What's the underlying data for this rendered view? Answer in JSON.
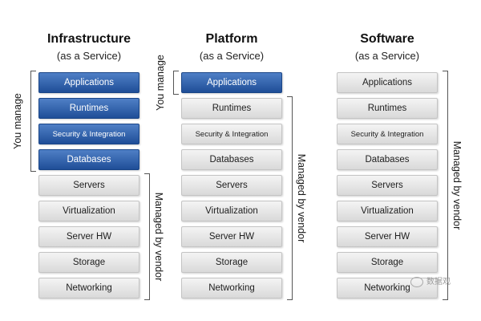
{
  "columns": [
    {
      "title": "Infrastructure",
      "subtitle": "(as a Service)",
      "you_manage_label": "You manage",
      "vendor_label": "Managed by vendor",
      "layers": [
        {
          "label": "Applications",
          "managed_by": "you"
        },
        {
          "label": "Runtimes",
          "managed_by": "you"
        },
        {
          "label": "Security & Integration",
          "managed_by": "you"
        },
        {
          "label": "Databases",
          "managed_by": "you"
        },
        {
          "label": "Servers",
          "managed_by": "vendor"
        },
        {
          "label": "Virtualization",
          "managed_by": "vendor"
        },
        {
          "label": "Server HW",
          "managed_by": "vendor"
        },
        {
          "label": "Storage",
          "managed_by": "vendor"
        },
        {
          "label": "Networking",
          "managed_by": "vendor"
        }
      ]
    },
    {
      "title": "Platform",
      "subtitle": "(as a Service)",
      "you_manage_label": "You manage",
      "vendor_label": "Managed by vendor",
      "layers": [
        {
          "label": "Applications",
          "managed_by": "you"
        },
        {
          "label": "Runtimes",
          "managed_by": "vendor"
        },
        {
          "label": "Security & Integration",
          "managed_by": "vendor"
        },
        {
          "label": "Databases",
          "managed_by": "vendor"
        },
        {
          "label": "Servers",
          "managed_by": "vendor"
        },
        {
          "label": "Virtualization",
          "managed_by": "vendor"
        },
        {
          "label": "Server HW",
          "managed_by": "vendor"
        },
        {
          "label": "Storage",
          "managed_by": "vendor"
        },
        {
          "label": "Networking",
          "managed_by": "vendor"
        }
      ]
    },
    {
      "title": "Software",
      "subtitle": "(as a Service)",
      "vendor_label": "Managed by vendor",
      "layers": [
        {
          "label": "Applications",
          "managed_by": "vendor"
        },
        {
          "label": "Runtimes",
          "managed_by": "vendor"
        },
        {
          "label": "Security & Integration",
          "managed_by": "vendor"
        },
        {
          "label": "Databases",
          "managed_by": "vendor"
        },
        {
          "label": "Servers",
          "managed_by": "vendor"
        },
        {
          "label": "Virtualization",
          "managed_by": "vendor"
        },
        {
          "label": "Server HW",
          "managed_by": "vendor"
        },
        {
          "label": "Storage",
          "managed_by": "vendor"
        },
        {
          "label": "Networking",
          "managed_by": "vendor"
        }
      ]
    }
  ],
  "colors": {
    "you_manage_block": "#2a5aa6",
    "vendor_block": "#e6e6e6"
  },
  "watermark": "数据观"
}
